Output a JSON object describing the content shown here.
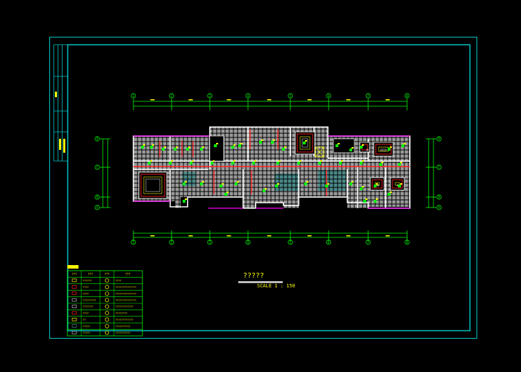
{
  "drawing": {
    "title": "?????",
    "scale": "SCALE 1 : 150",
    "axes_top": [
      "1",
      "2",
      "3",
      "4",
      "5",
      "6",
      "7",
      "8"
    ],
    "axes_side": [
      "D",
      "C",
      "B",
      "A"
    ]
  },
  "legend": {
    "headers": [
      "???",
      "???",
      "???",
      "???"
    ],
    "rows": [
      [
        "??????",
        "????"
      ],
      [
        "????",
        "??????????????"
      ],
      [
        "????",
        "??????????????"
      ],
      [
        "?????????",
        "??????????????"
      ],
      [
        "???????",
        "????????????"
      ],
      [
        "????",
        "????????"
      ],
      [
        "??",
        "????????????"
      ],
      [
        "?????",
        "??????????"
      ],
      [
        "?????",
        "??????????"
      ]
    ]
  },
  "colors": {
    "frame": "#00c8c8",
    "walls": "#ffffff",
    "dims": "#00ff00",
    "accent_red": "#ff2020",
    "accent_magenta": "#ff00ff",
    "tile": "#bcbcbc",
    "text": "#ffff00"
  }
}
